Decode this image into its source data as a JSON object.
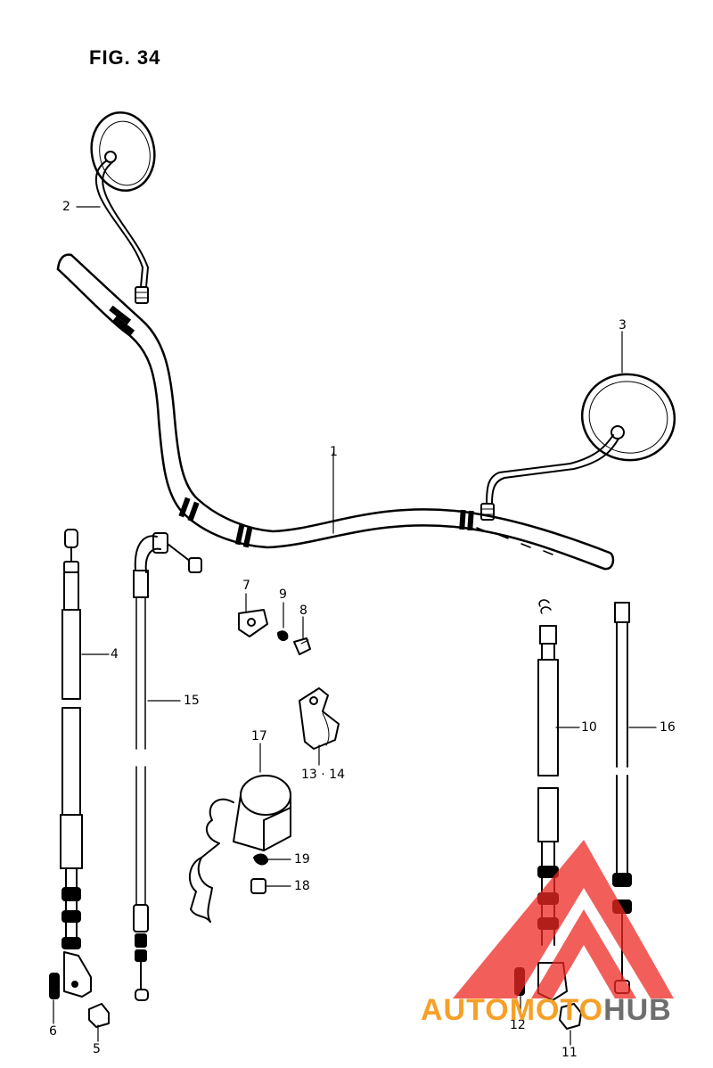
{
  "figure": {
    "title": "FIG. 34"
  },
  "callouts": {
    "p1": "1",
    "p2": "2",
    "p3": "3",
    "p4": "4",
    "p5": "5",
    "p6": "6",
    "p7": "7",
    "p8": "8",
    "p9": "9",
    "p10": "10",
    "p11": "11",
    "p12": "12",
    "p13_14": "13 · 14",
    "p15": "15",
    "p16": "16",
    "p17": "17",
    "p18": "18",
    "p19": "19"
  },
  "watermark": {
    "part_a": "AUTOMOTO",
    "part_b": "HUB",
    "colors": {
      "orange": "#f6a028",
      "gray": "#6e6e6e",
      "triangle": "#ee2a24"
    }
  }
}
